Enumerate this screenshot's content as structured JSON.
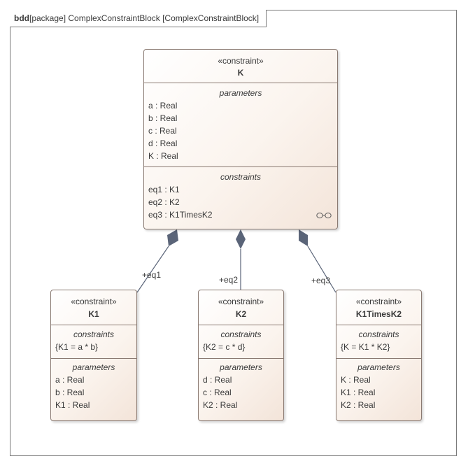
{
  "frame": {
    "keyword": "bdd",
    "title": "[package] ComplexConstraintBlock [ComplexConstraintBlock]"
  },
  "blocks": {
    "k": {
      "stereotype": "«constraint»",
      "name": "K",
      "parameters_title": "parameters",
      "parameters": [
        "a : Real",
        "b : Real",
        "c : Real",
        "d : Real",
        "K : Real"
      ],
      "constraints_title": "constraints",
      "constraints": [
        "eq1 : K1",
        "eq2 : K2",
        "eq3 : K1TimesK2"
      ],
      "icon": "glasses-icon"
    },
    "k1": {
      "stereotype": "«constraint»",
      "name": "K1",
      "constraints_title": "constraints",
      "constraints": [
        "{K1 = a * b}"
      ],
      "parameters_title": "parameters",
      "parameters": [
        "a : Real",
        "b : Real",
        "K1 : Real"
      ]
    },
    "k2": {
      "stereotype": "«constraint»",
      "name": "K2",
      "constraints_title": "constraints",
      "constraints": [
        "{K2 = c * d}"
      ],
      "parameters_title": "parameters",
      "parameters": [
        "d : Real",
        "c : Real",
        "K2 : Real"
      ]
    },
    "k3": {
      "stereotype": "«constraint»",
      "name": "K1TimesK2",
      "constraints_title": "constraints",
      "constraints": [
        "{K = K1 * K2}"
      ],
      "parameters_title": "parameters",
      "parameters": [
        "K : Real",
        "K1 : Real",
        "K2 : Real"
      ]
    }
  },
  "associations": [
    {
      "role": "+eq1",
      "kind": "composition"
    },
    {
      "role": "+eq2",
      "kind": "composition"
    },
    {
      "role": "+eq3",
      "kind": "composition"
    }
  ],
  "colors": {
    "block_border": "#8a7a72",
    "block_fill_start": "#ffffff",
    "block_fill_end": "#f3e4d9",
    "link": "#5a6478",
    "diamond": "#5a6478"
  }
}
